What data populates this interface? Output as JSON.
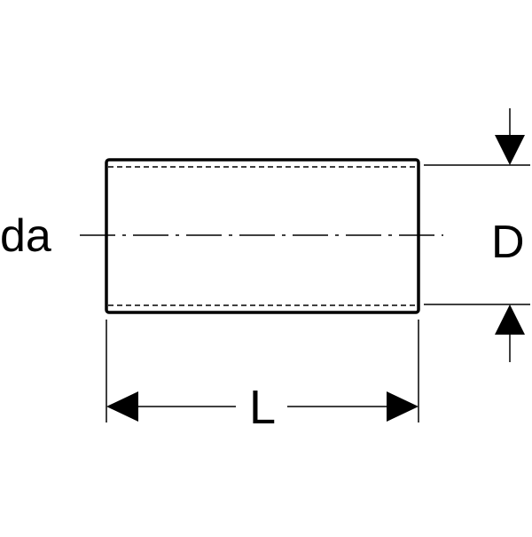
{
  "diagram": {
    "labels": {
      "inner_diameter": "da",
      "outer_diameter": "D",
      "length": "L"
    },
    "colors": {
      "stroke": "#000000",
      "background": "#ffffff"
    }
  }
}
